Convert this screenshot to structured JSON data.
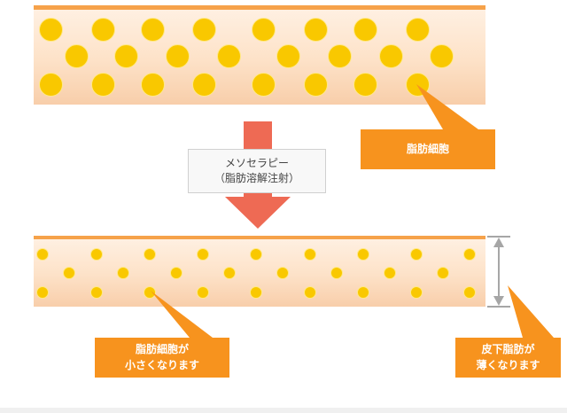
{
  "diagram": {
    "process": {
      "line1": "メソセラピー",
      "line2": "（脂肪溶解注射）"
    },
    "callouts": {
      "fat_cells": "脂肪細胞",
      "smaller_cells": [
        "脂肪細胞が",
        "小さくなります"
      ],
      "thinner_skin": [
        "皮下脂肪が",
        "薄くなります"
      ]
    },
    "colors": {
      "fat_cell": "#f9c800",
      "arrow": "#ee6a54",
      "callout": "#f7931e",
      "layer_edge": "#f6a24a",
      "thickness_indicator": "#a6a6a6"
    }
  }
}
